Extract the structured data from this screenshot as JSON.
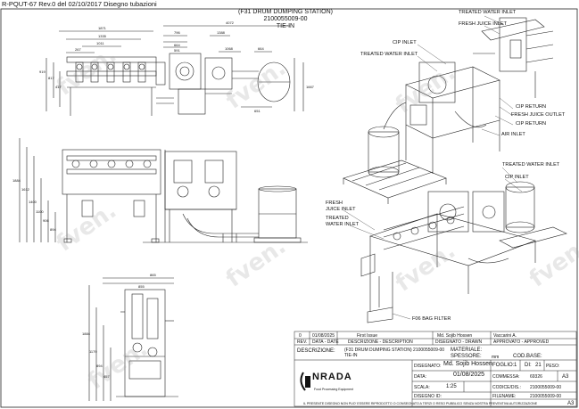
{
  "header": {
    "doc_ref": "R-PQUT-67 Rev.0 del 02/10/2017 Disegno tubazioni"
  },
  "drawing_title": {
    "line1": "(F31 DRUM DUMPING STATION) 2100055009-00",
    "line2": "TIE-IN"
  },
  "watermark": "fven.",
  "labels": {
    "treated_water_inlet_top": "TREATED WATER INLET",
    "fresh_juice_inlet_top": "FRESH JUICE INLET",
    "cip_inlet": "CIP INLET",
    "treated_water_inlet_mid": "TREATED WATER INLET",
    "cip_return_1": "CIP RETURN",
    "fresh_juice_outlet": "FRESH JUICE OUTLET",
    "cip_return_2": "CIP RETURN",
    "air_inlet": "AIR INLET",
    "treated_water_inlet_right": "TREATED WATER INLET",
    "cip_inlet_right": "CIP INLET",
    "fresh_juice_inlet_left_1": "FRESH",
    "fresh_juice_inlet_left_2": "JUICE INLET",
    "treated_water_inlet_left_1": "TREATED",
    "treated_water_inlet_left_2": "WATER INLET",
    "bag_filter": "F06 BAG FILTER"
  },
  "dimensions": {
    "top": [
      "1871",
      "1335",
      "1011",
      "267",
      "796",
      "664",
      "591",
      "4072",
      "1388",
      "1068",
      "664",
      "651"
    ],
    "side": [
      "919",
      "1667",
      "817",
      "417",
      "1884",
      "1612",
      "1400",
      "1100",
      "906",
      "894",
      "1994"
    ],
    "mid": [
      "1884",
      "1612",
      "1400",
      "1100",
      "906",
      "894"
    ],
    "bottom_top": [
      "865",
      "855"
    ],
    "bottom_side": [
      "1884",
      "1179",
      "894",
      "457"
    ]
  },
  "title_block": {
    "rev_header": [
      "REV.",
      "DATA - DATE",
      "DESCRIZIONE - DESCRIPTION",
      "DISEGNATO - DRAWN",
      "APPROVATO - APPROVED"
    ],
    "rev_row": [
      "0",
      "01/08/2025",
      "First Issue",
      "Md. Sojib Hossen",
      "Vaccarini A."
    ],
    "descrizione_label": "DESCRIZIONE:",
    "descrizione_value_1": "(F31 DRUM DUMPING STATION) 2100055009-00",
    "descrizione_value_2": "TIE-IN",
    "materiale_label": "MATERIALE:",
    "spessore_label": "SPESSORE:",
    "spessore_unit": "mm",
    "cod_base_label": "COD.BASE:",
    "disegnato_label": "DISEGNATO:",
    "disegnato_value": "Md. Sojib Hossen",
    "foglio_label": "FOGLIO:",
    "foglio_value": "1",
    "di_label": "DI:",
    "di_value": "21",
    "peso_label": "PESO:",
    "data_label": "DATA:",
    "data_value": "01/08/2025",
    "commessa_label": "COMMESSA:",
    "commessa_value": "69326",
    "formato": "A3",
    "scala_label": "SCALA:",
    "scala_value": "1:25",
    "codice_label": "CODICE/DIS.:",
    "codice_value": "2100055009-00",
    "disegno_label": "DISEGNO ID:",
    "filename_label": "FILENAME:",
    "filename_value": "2100055009-00",
    "company": "NRADA",
    "company_sub": "Food Processing Equipment",
    "footer": "IL PRESENTE DISEGNO NON PUO' ESSERE RIPRODOTTO O CONSEGNATO A TERZI O RESO PUBBLICO SENZA NOSTRA PREVENTIVA AUTORIZZAZIONE",
    "sheet_format": "A3"
  }
}
